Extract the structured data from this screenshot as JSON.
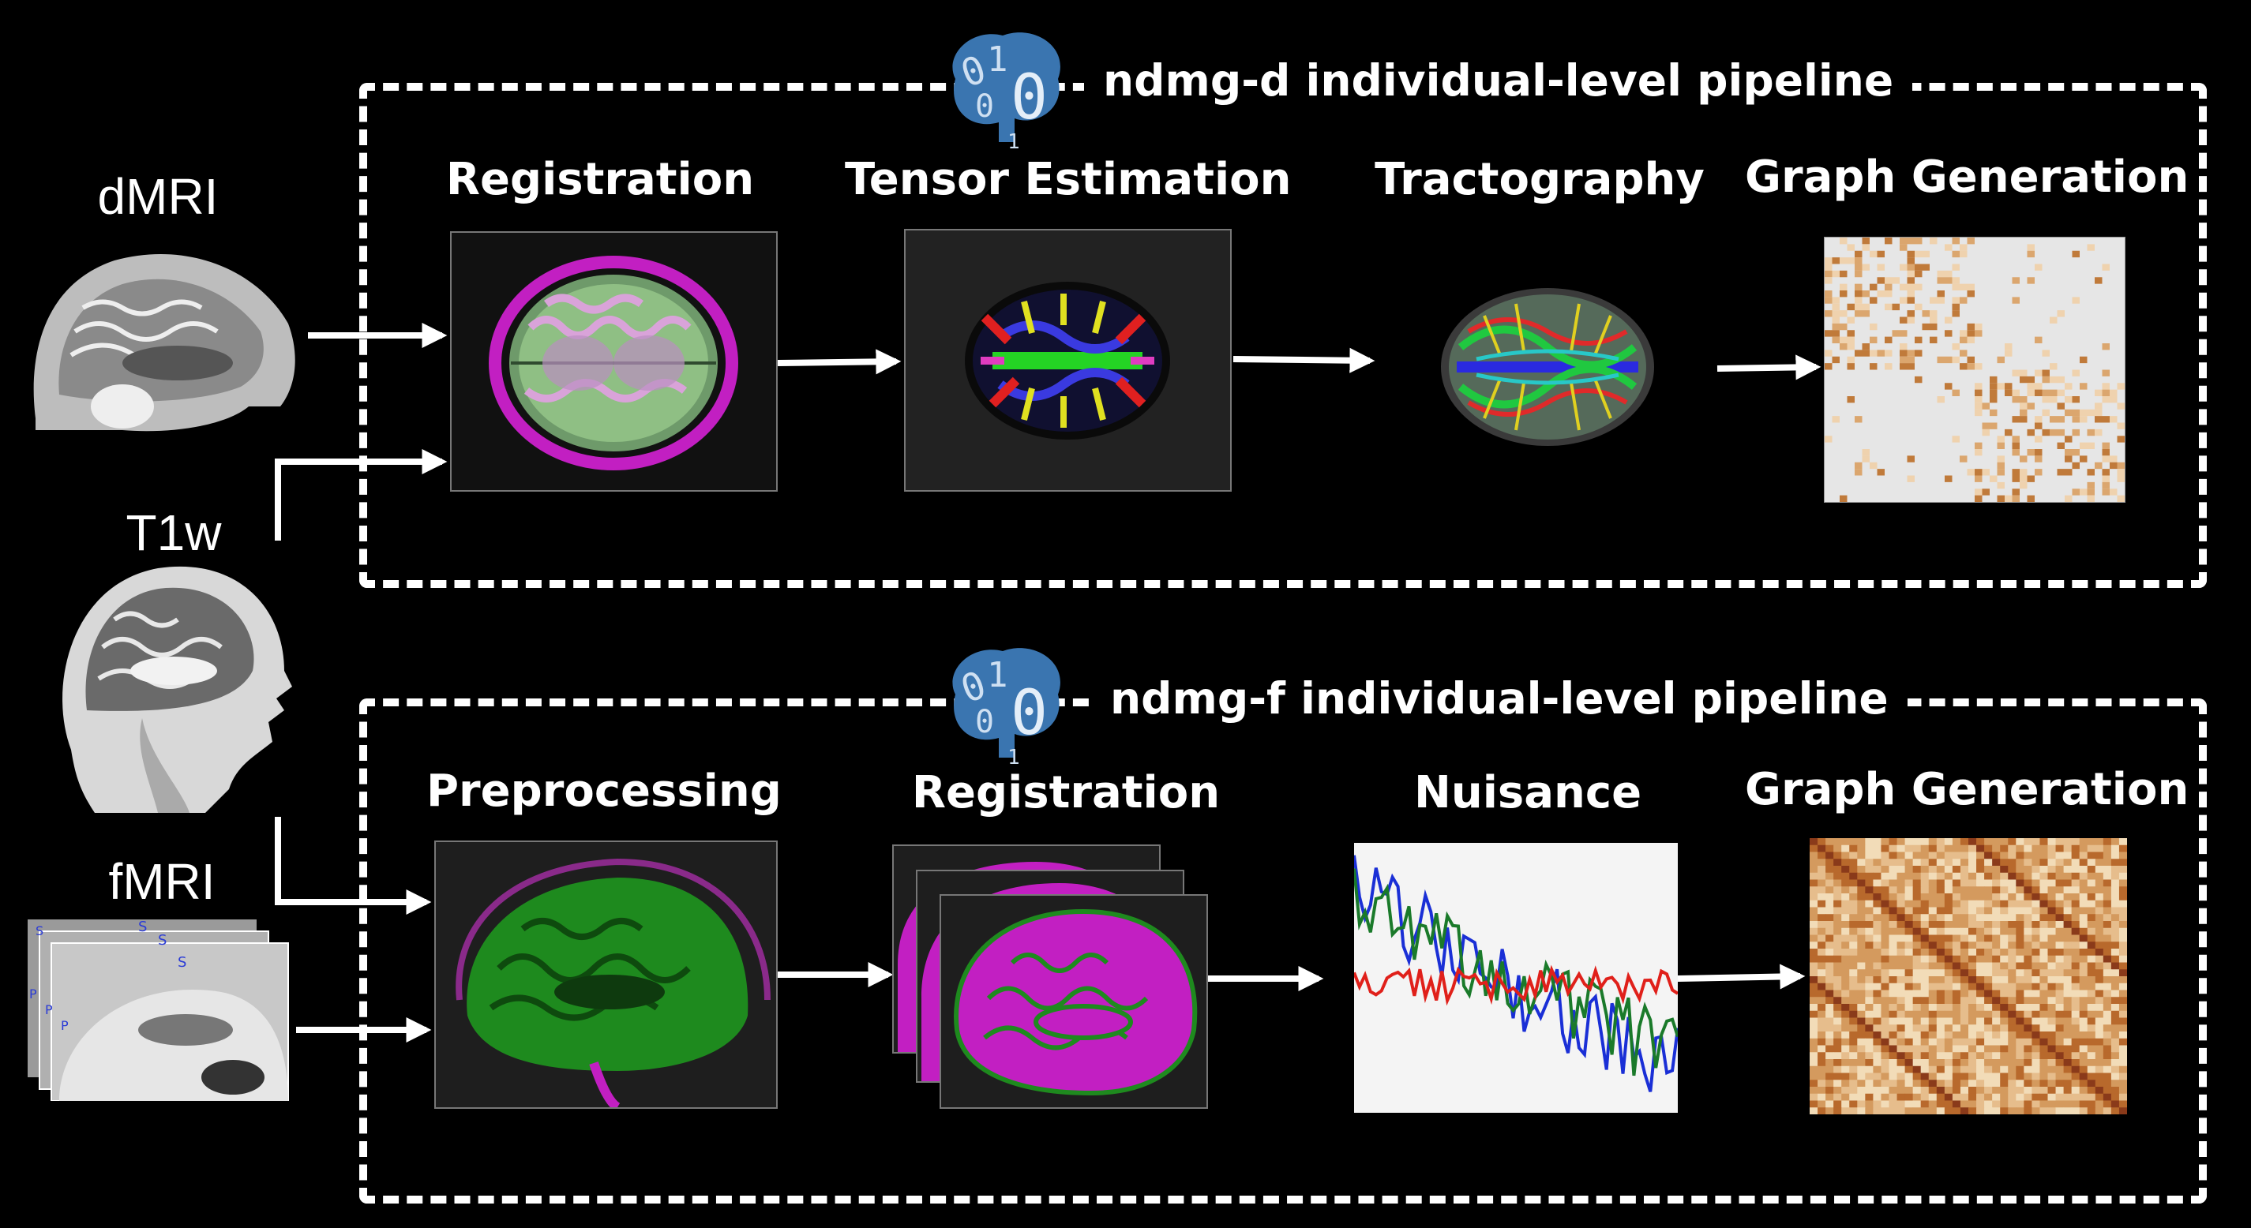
{
  "inputs": {
    "dmri": "dMRI",
    "t1w": "T1w",
    "fmri": "fMRI"
  },
  "pipelines": {
    "diffusion": {
      "title": "ndmg-d individual-level pipeline",
      "steps": [
        "Registration",
        "Tensor Estimation",
        "Tractography",
        "Graph Generation"
      ]
    },
    "functional": {
      "title": "ndmg-f individual-level pipeline",
      "steps": [
        "Preprocessing",
        "Registration",
        "Nuisance",
        "Graph Generation"
      ]
    }
  },
  "logo": {
    "digits": [
      "0",
      "1",
      "0",
      "1",
      "0"
    ],
    "icon": "brain-binary-logo",
    "color": "#3a75b0"
  },
  "nuisance_colors": {
    "blue": "#1a2fd6",
    "green": "#1a7a2a",
    "red": "#e0201a"
  },
  "colors": {
    "background": "#000000",
    "line": "#ffffff",
    "registration_overlay": "#c21fc2",
    "gm_overlay": "#1e8a1e"
  }
}
